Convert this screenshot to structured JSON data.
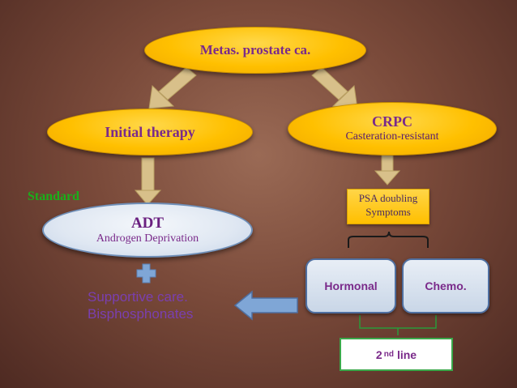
{
  "nodes": {
    "top": {
      "label": "Metas. prostate ca."
    },
    "initial": {
      "label": "Initial therapy"
    },
    "crpc": {
      "label": "CRPC",
      "sub": "Casteration-resistant"
    },
    "adt": {
      "label": "ADT",
      "sub": "Androgen Deprivation"
    },
    "psa": {
      "line1": "PSA doubling",
      "line2": "Symptoms"
    },
    "hormonal": {
      "label": "Hormonal"
    },
    "chemo": {
      "label": "Chemo."
    },
    "second_line": {
      "base": "2",
      "sup": "nd",
      "rest": "line"
    }
  },
  "labels": {
    "standard": "Standard",
    "supportive_line1": "Supportive care.",
    "supportive_line2": "Bisphosphonates"
  },
  "colors": {
    "ellipse_fill": "#ffc000",
    "text_purple": "#7a2a8a",
    "standard_green": "#19b01a",
    "arrow_tan": "#d8c08a",
    "arrow_blue": "#7fa6d6",
    "plus_blue": "#7fa6d6"
  },
  "icons": {
    "plus": "plus-icon",
    "bracket": "brace-icon"
  }
}
